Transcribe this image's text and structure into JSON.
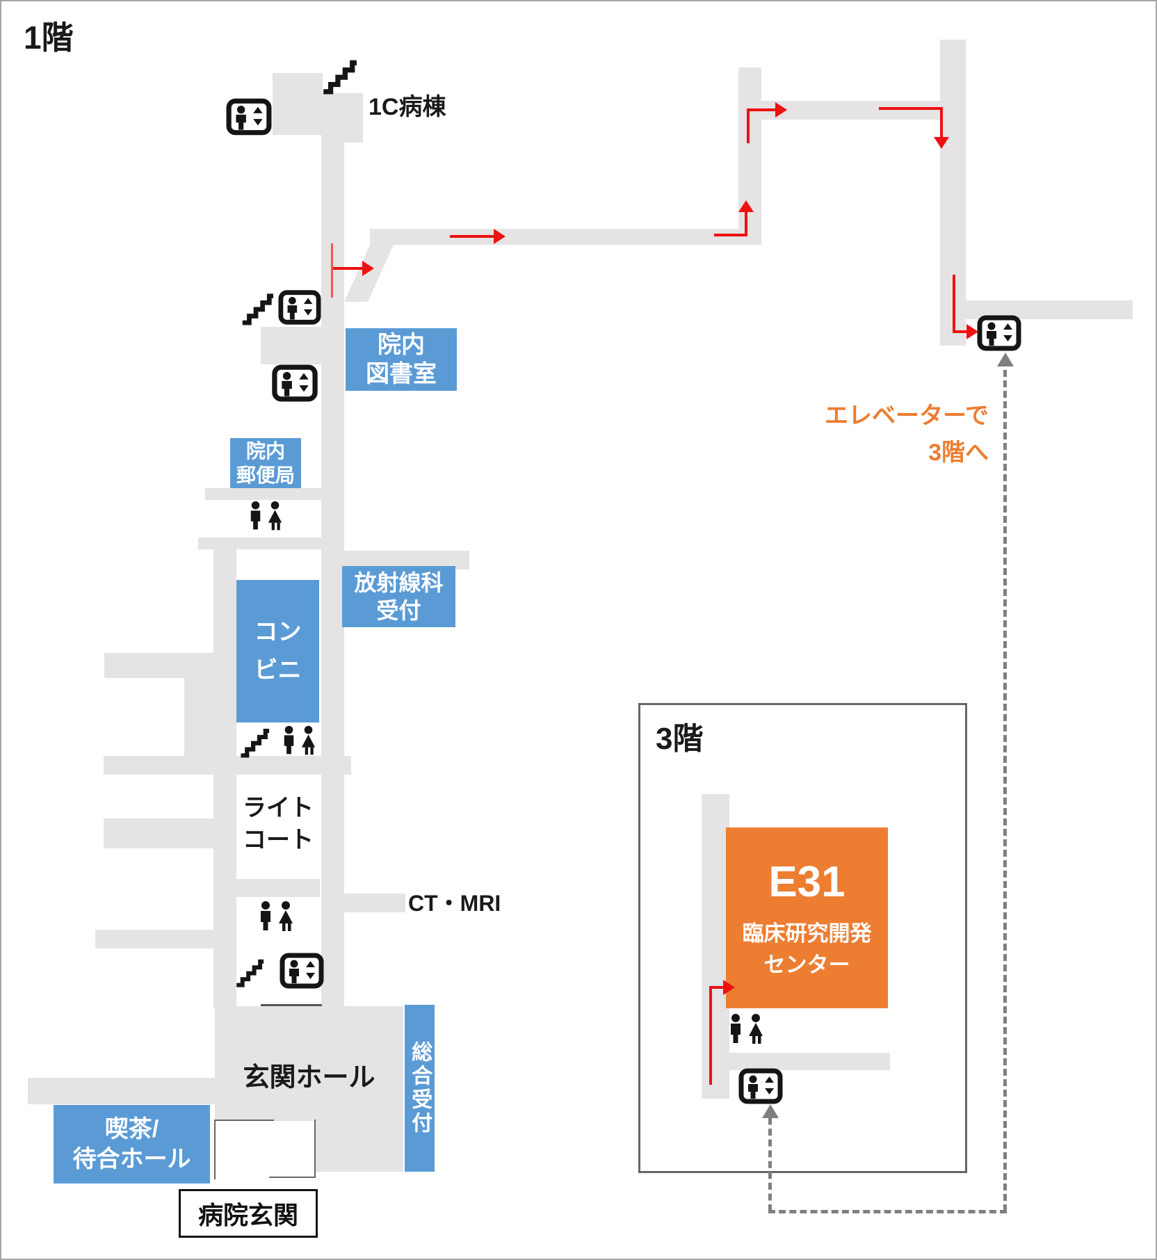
{
  "floor1": {
    "title": "1階",
    "labels": {
      "ward_1c": "1C病棟",
      "library": [
        "院内",
        "図書室"
      ],
      "post_office": [
        "院内",
        "郵便局"
      ],
      "convenience": [
        "コン",
        "ビニ"
      ],
      "radiology": [
        "放射線科",
        "受付"
      ],
      "light_court": [
        "ライト",
        "コート"
      ],
      "ct_mri": "CT・MRI",
      "entrance_hall": "玄関ホール",
      "general_reception": "総合受付",
      "cafe": [
        "喫茶/",
        "待合ホール"
      ],
      "hospital_entrance": "病院玄関"
    },
    "route_note": [
      "エレベーターで",
      "3階へ"
    ]
  },
  "floor3": {
    "title": "3階",
    "room_code": "E31",
    "room_name": [
      "臨床研究開発",
      "センター"
    ]
  },
  "icons": {
    "elevator": "elevator-icon",
    "toilet": "toilet-icon",
    "stairs": "stairs-icon"
  },
  "colors": {
    "corridor": "#e5e3e3",
    "room_blue": "#5b9bd5",
    "accent_orange": "#ed7d31",
    "route_red": "#ee1111",
    "route_red_light": "#f45555",
    "elevator_path_gray": "#7f7f7f",
    "icon_black": "#151515"
  }
}
